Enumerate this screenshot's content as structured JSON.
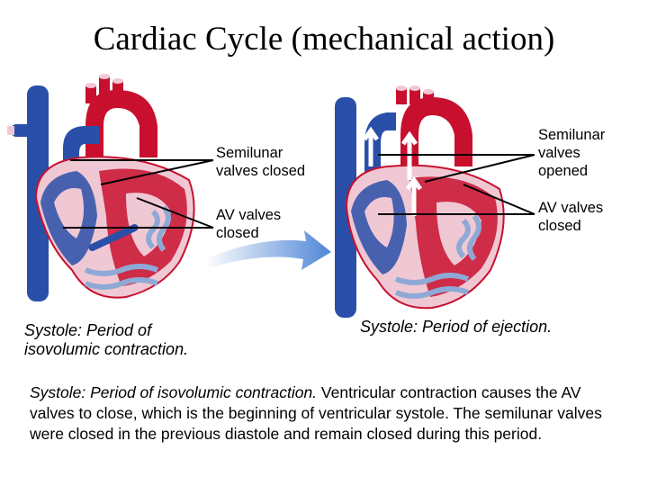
{
  "title": "Cardiac Cycle (mechanical action)",
  "left_panel": {
    "label_semilunar": "Semilunar\nvalves closed",
    "label_av": "AV valves\nclosed",
    "caption": "Systole: Period of\nisovolumic contraction."
  },
  "right_panel": {
    "label_semilunar": "Semilunar\nvalves\nopened",
    "label_av": "AV valves\nclosed",
    "caption": "Systole: Period of ejection."
  },
  "description": {
    "lead": "Systole: Period of isovolumic contraction.",
    "body": " Ventricular contraction causes the AV valves to close, which is the beginning of ventricular systole. The semilunar valves were closed in the previous diastole and remain closed during this period."
  },
  "colors": {
    "heart_red": "#c8102e",
    "vein_blue": "#2a4fa8",
    "tissue_pink": "#f0c8d4",
    "arrow_blue": "#4f86d6"
  }
}
